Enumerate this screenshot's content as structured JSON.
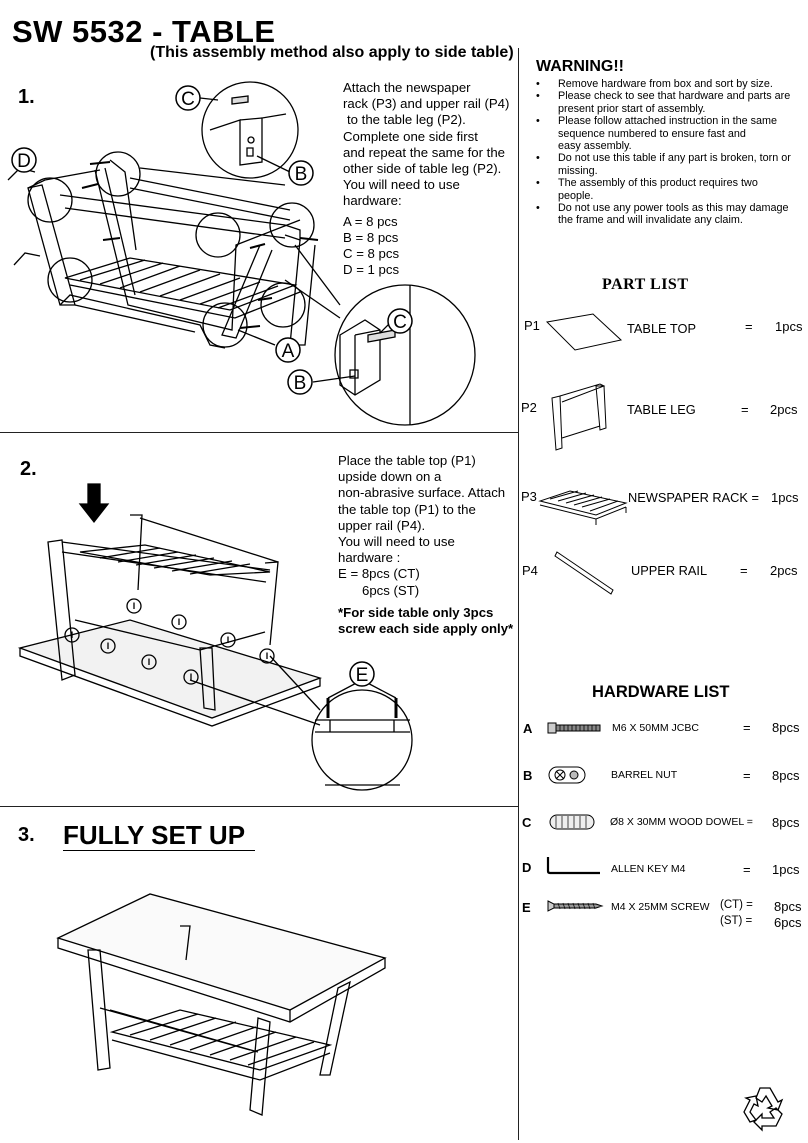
{
  "header": {
    "title": "SW 5532 - TABLE",
    "subtitle": "(This assembly method also apply to side table)"
  },
  "steps": [
    {
      "number": "1.",
      "lines": [
        "Attach the newspaper",
        "rack (P3) and upper rail (P4)",
        "to the table leg (P2).",
        "Complete one side first",
        "and repeat the same for the",
        "other side of table leg (P2).",
        "You will need to use",
        "hardware:"
      ],
      "hardware": [
        "A = 8 pcs",
        "B = 8 pcs",
        "C = 8 pcs",
        "D = 1 pcs"
      ],
      "callouts": {
        "a": "A",
        "b": "B",
        "c": "C",
        "d": "D"
      }
    },
    {
      "number": "2.",
      "lines": [
        "Place the table top (P1)",
        "upside down on a",
        "non-abrasive surface. Attach",
        "the table top (P1) to the",
        "upper rail (P4).",
        "You will need to use",
        "hardware :",
        "E = 8pcs (CT)",
        "6pcs (ST)"
      ],
      "note_lines": [
        "*For side table only 3pcs",
        "screw each side apply only*"
      ],
      "callout": "E"
    },
    {
      "number": "3.",
      "title": "FULLY SET UP"
    }
  ],
  "warning": {
    "title": "WARNING!!",
    "items": [
      [
        "Remove hardware from box and sort by size."
      ],
      [
        "Please check to see that hardware and parts are",
        "present prior start of assembly."
      ],
      [
        "Please follow attached instruction in the same",
        "sequence numbered to ensure fast and",
        "easy assembly."
      ],
      [
        "Do not use this table if any part is broken, torn or",
        "missing."
      ],
      [
        "The assembly of this product requires two",
        "people."
      ],
      [
        "Do not use any power tools as this may damage",
        "the frame and will invalidate any claim."
      ]
    ]
  },
  "part_list": {
    "title": "PART LIST",
    "items": [
      {
        "code": "P1",
        "name": "TABLE TOP",
        "eq": "=",
        "qty": "1pcs"
      },
      {
        "code": "P2",
        "name": "TABLE LEG",
        "eq": "=",
        "qty": "2pcs"
      },
      {
        "code": "P3",
        "name": "NEWSPAPER RACK =",
        "eq": "",
        "qty": "1pcs"
      },
      {
        "code": "P4",
        "name": "UPPER RAIL",
        "eq": "=",
        "qty": "2pcs"
      }
    ]
  },
  "hardware_list": {
    "title": "HARDWARE LIST",
    "items": [
      {
        "code": "A",
        "name": "M6 X 50MM JCBC",
        "eq": "=",
        "qty": "8pcs",
        "icon": "bolt-icon"
      },
      {
        "code": "B",
        "name": "BARREL NUT",
        "eq": "=",
        "qty": "8pcs",
        "icon": "barrel-nut-icon"
      },
      {
        "code": "C",
        "name": "Ø8 X 30MM WOOD DOWEL =",
        "eq": "",
        "qty": "8pcs",
        "icon": "wood-dowel-icon"
      },
      {
        "code": "D",
        "name": "ALLEN KEY M4",
        "eq": "=",
        "qty": "1pcs",
        "icon": "allen-key-icon"
      },
      {
        "code": "E",
        "name": "M4 X 25MM SCREW",
        "eq": "",
        "qty": "",
        "icon": "screw-icon",
        "variants": [
          {
            "label": "(CT) =",
            "qty": "8pcs"
          },
          {
            "label": "(ST) =",
            "qty": "6pcs"
          }
        ]
      }
    ]
  },
  "footer": {
    "icon": "recycle-icon"
  }
}
